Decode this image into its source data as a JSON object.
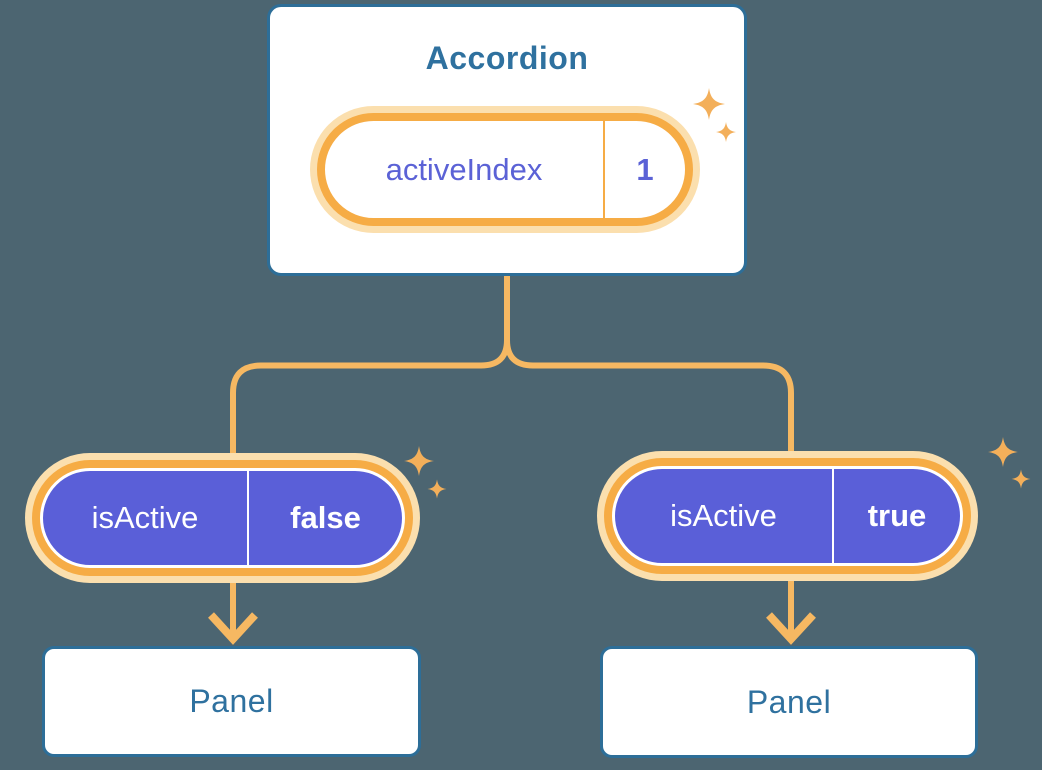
{
  "colors": {
    "background": "#4C6571",
    "node-border": "#2D6E98",
    "node-text": "#2F719F",
    "accent-orange": "#F6AC45",
    "orange-glow": "#FBDFAE",
    "connector": "#F6B862",
    "sparkle": "#F3AF5A",
    "purple": "#5A5FD8",
    "purple-text": "#5B62D6",
    "white": "#FFFFFF"
  },
  "diagram": {
    "accordion": {
      "title": "Accordion",
      "state_pill": {
        "label": "activeIndex",
        "value": "1"
      }
    },
    "left_branch": {
      "prop_pill": {
        "label": "isActive",
        "value": "false"
      },
      "panel_title": "Panel"
    },
    "right_branch": {
      "prop_pill": {
        "label": "isActive",
        "value": "true"
      },
      "panel_title": "Panel"
    }
  }
}
